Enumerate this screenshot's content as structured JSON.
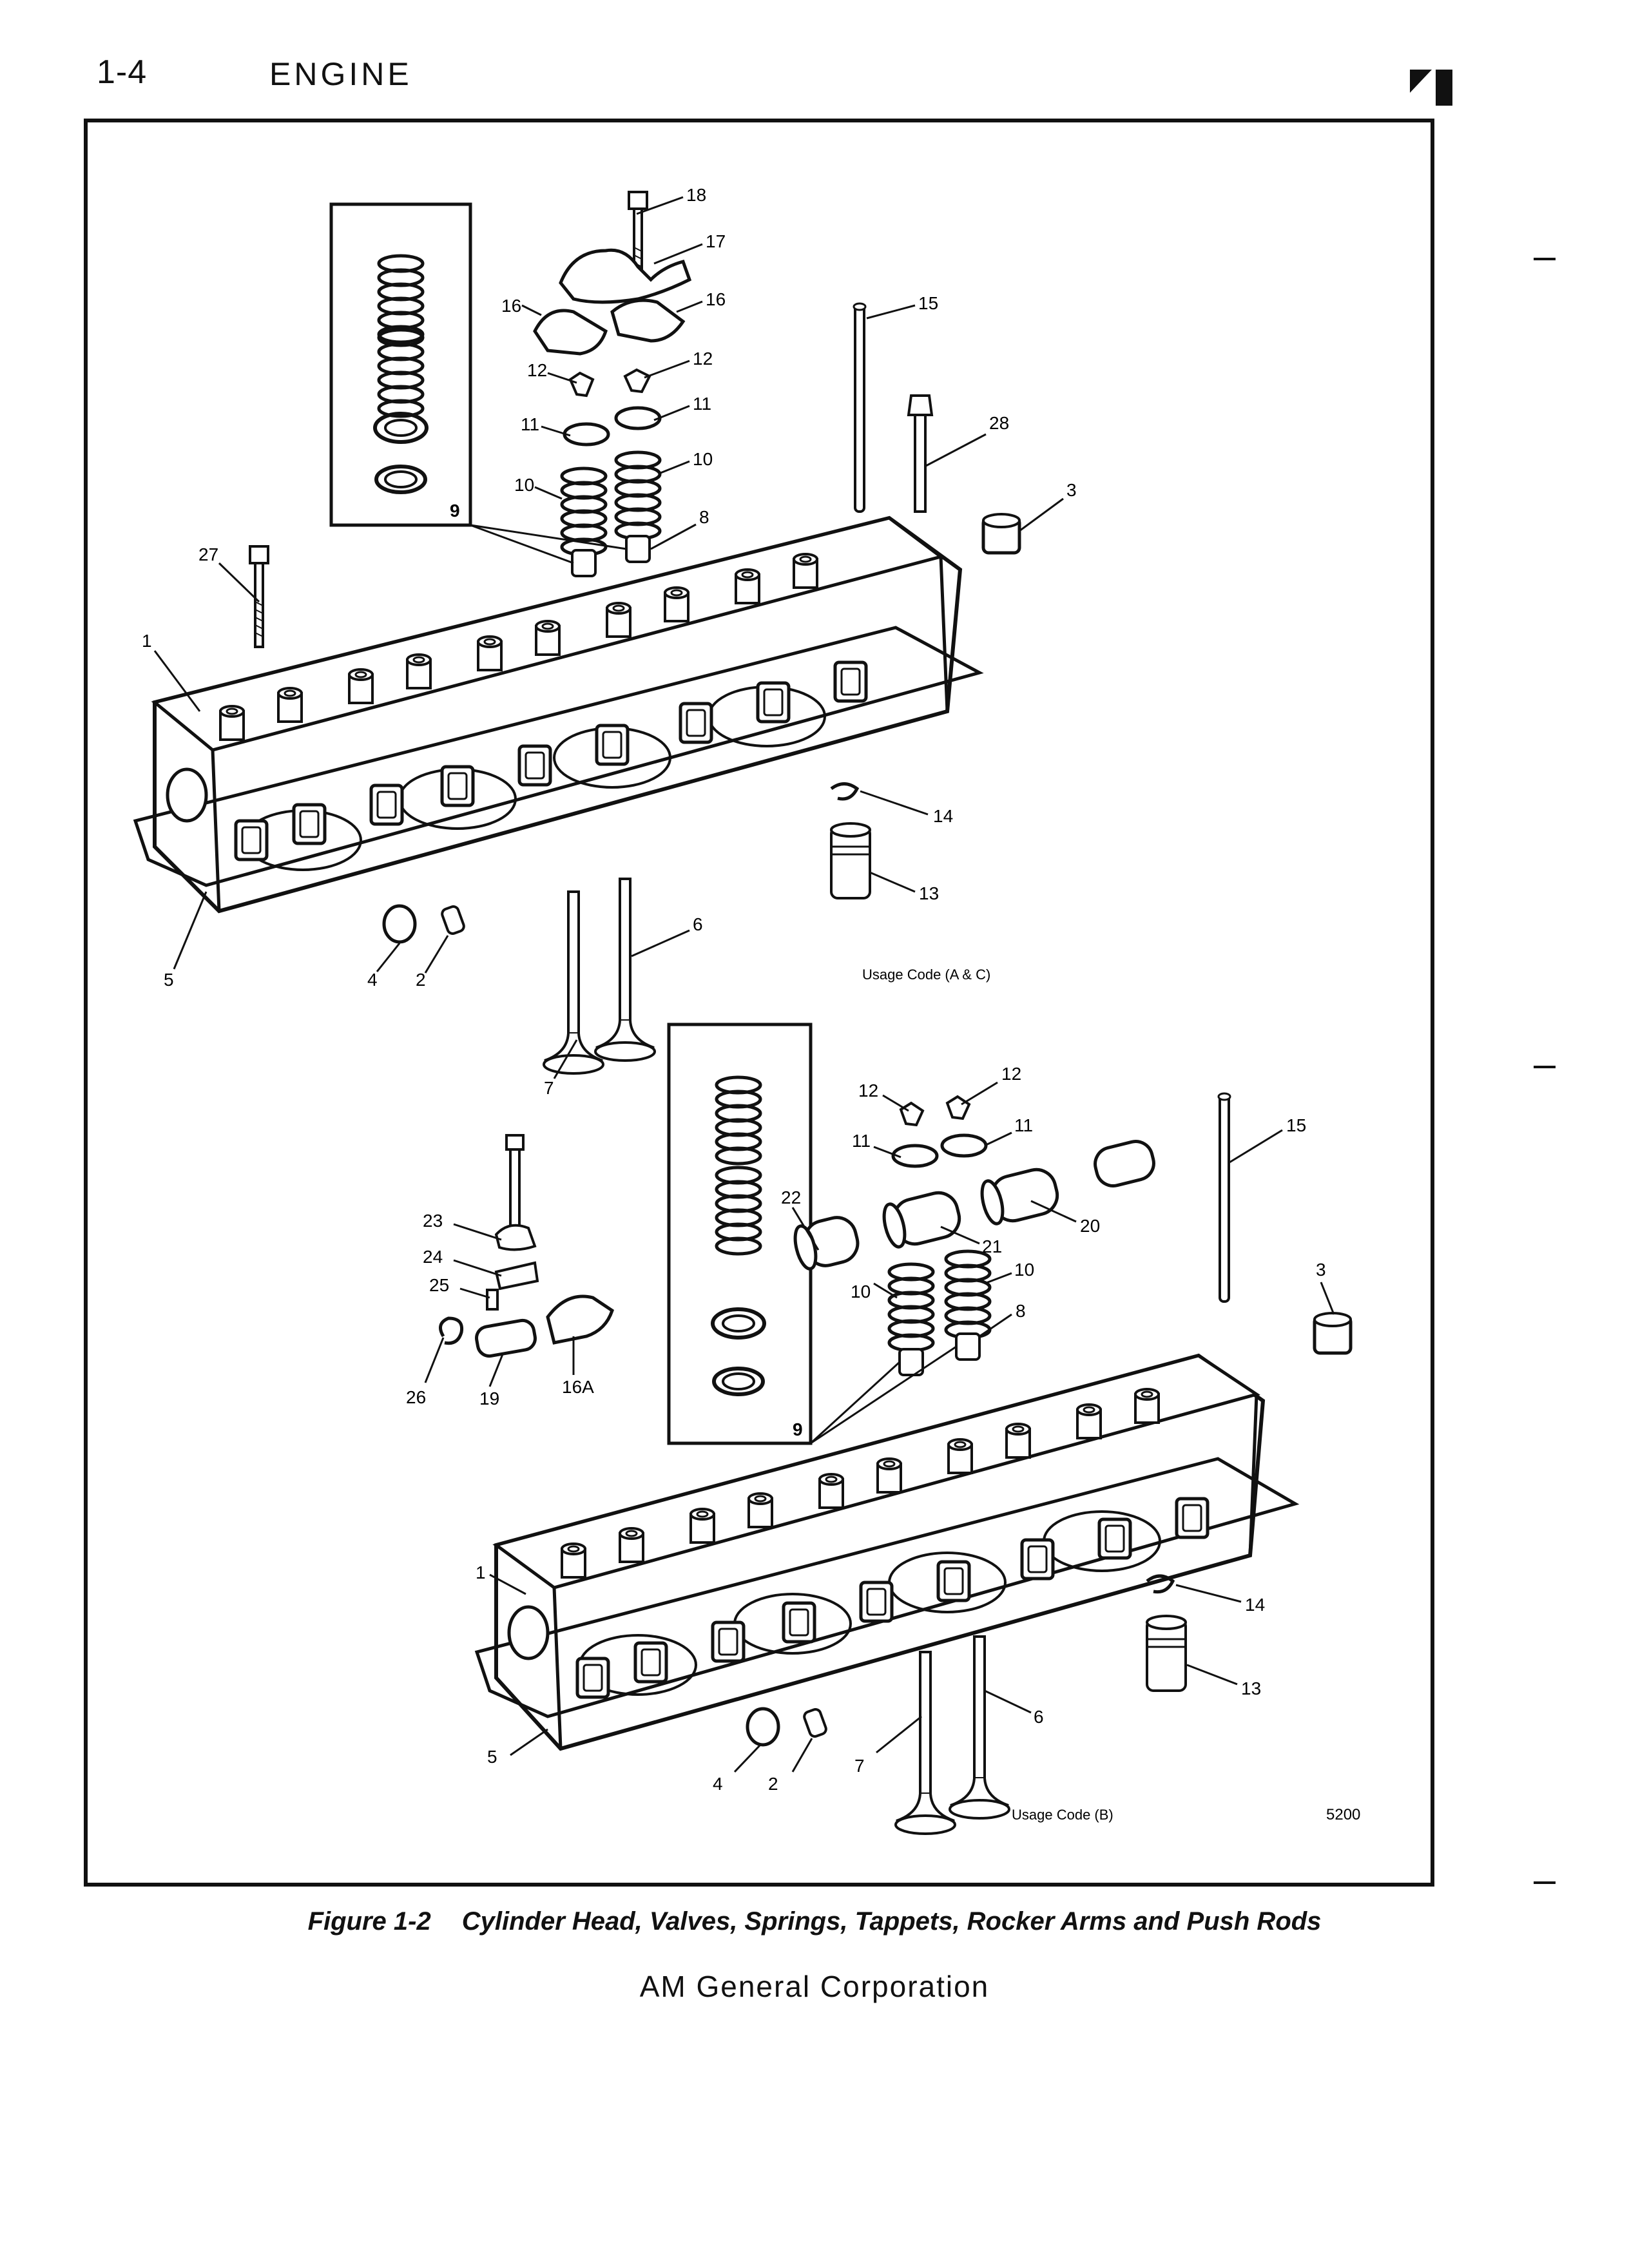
{
  "header": {
    "page_number": "1-4",
    "section": "ENGINE"
  },
  "figure": {
    "number": "Figure 1-2",
    "title": "Cylinder Head, Valves, Springs, Tappets, Rocker Arms and Push Rods",
    "top_usage": "Usage Code (A & C)",
    "bottom_usage": "Usage Code (B)",
    "drawing_number": "5200",
    "top_callouts": [
      "18",
      "17",
      "16",
      "16",
      "12",
      "12",
      "11",
      "11",
      "10",
      "10",
      "9",
      "8",
      "15",
      "28",
      "3",
      "27",
      "1",
      "14",
      "13",
      "6",
      "5",
      "4",
      "2",
      "7"
    ],
    "bottom_callouts": [
      "12",
      "12",
      "11",
      "11",
      "15",
      "22",
      "21",
      "20",
      "23",
      "24",
      "25",
      "26",
      "19",
      "16A",
      "10",
      "10",
      "8",
      "9",
      "3",
      "1",
      "14",
      "13",
      "6",
      "5",
      "4",
      "2",
      "7"
    ]
  },
  "footer": {
    "corporation": "AM General Corporation"
  }
}
